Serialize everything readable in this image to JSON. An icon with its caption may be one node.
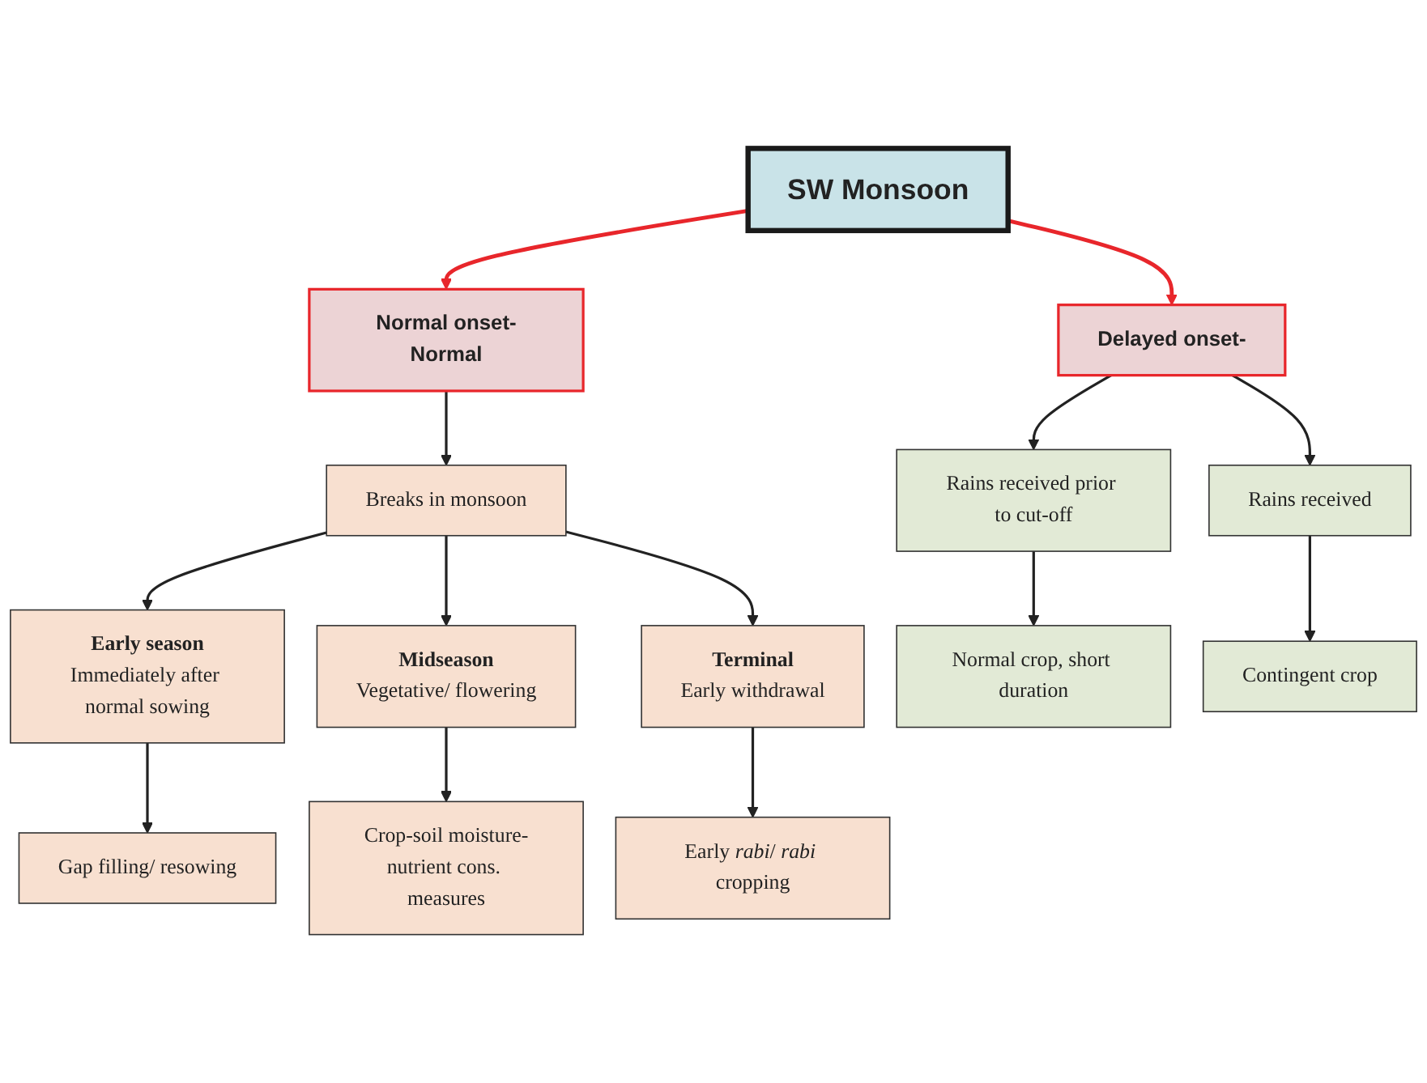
{
  "diagram": {
    "nodes": [
      {
        "text": [
          "SW Monsoon"
        ]
      },
      {
        "text": [
          "Normal onset-Normal"
        ]
      },
      {
        "text": [
          "Delayed onset-"
        ]
      },
      {
        "text": [
          "Breaks in monsoon"
        ]
      },
      {
        "text": [
          "Rains received prior to cut-off"
        ]
      },
      {
        "text": [
          "Rains received"
        ]
      },
      {
        "text": [
          "Early season",
          "Immediately after normal sowing"
        ]
      },
      {
        "text": [
          "Midseason",
          "Vegetative/ flowering"
        ]
      },
      {
        "text": [
          "Terminal",
          "Early withdrawal"
        ]
      },
      {
        "text": [
          "Normal crop, short duration"
        ]
      },
      {
        "text": [
          "Contingent crop"
        ]
      },
      {
        "text": [
          "Gap filling/ resowing"
        ]
      },
      {
        "text": [
          "Crop-soil moisture-nutrient cons. measures"
        ]
      },
      {
        "text": [
          "Early *rabi*/ *rabi* cropping"
        ]
      }
    ],
    "edges": [
      {
        "from": 0,
        "to": 1,
        "arrow": "to",
        "color": "#e8262b"
      },
      {
        "from": 0,
        "to": 2,
        "arrow": "to",
        "color": "#e8262b"
      },
      {
        "from": 1,
        "to": 3,
        "arrow": "to"
      },
      {
        "from": 2,
        "to": 4,
        "arrow": "to"
      },
      {
        "from": 2,
        "to": 5,
        "arrow": "to"
      },
      {
        "from": 3,
        "to": 6,
        "arrow": "to"
      },
      {
        "from": 3,
        "to": 7,
        "arrow": "to"
      },
      {
        "from": 3,
        "to": 8,
        "arrow": "to"
      },
      {
        "from": 4,
        "to": 9,
        "arrow": "to"
      },
      {
        "from": 5,
        "to": 10,
        "arrow": "to"
      },
      {
        "from": 6,
        "to": 11,
        "arrow": "to"
      },
      {
        "from": 7,
        "to": 12,
        "arrow": "to"
      },
      {
        "from": 8,
        "to": 13,
        "arrow": "to"
      }
    ]
  }
}
